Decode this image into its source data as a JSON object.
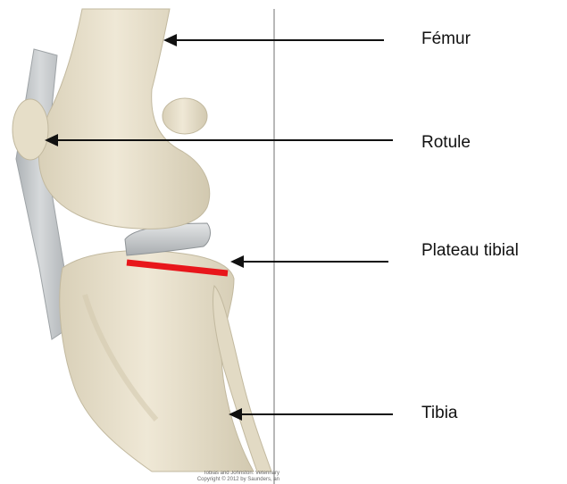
{
  "labels": {
    "femur": "Fémur",
    "rotule": "Rotule",
    "plateau_tibial": "Plateau tibial",
    "tibia": "Tibia"
  },
  "credit": {
    "line1": "Tobias and Johnston: Veterinary",
    "line2": "Copyright © 2012 by Saunders, an"
  },
  "colors": {
    "bone": "#ebe3cf",
    "bone_shadow": "#cfc6ad",
    "ligament": "#c9cdd0",
    "plateau_line": "#e8161b",
    "arrow": "#111111"
  }
}
